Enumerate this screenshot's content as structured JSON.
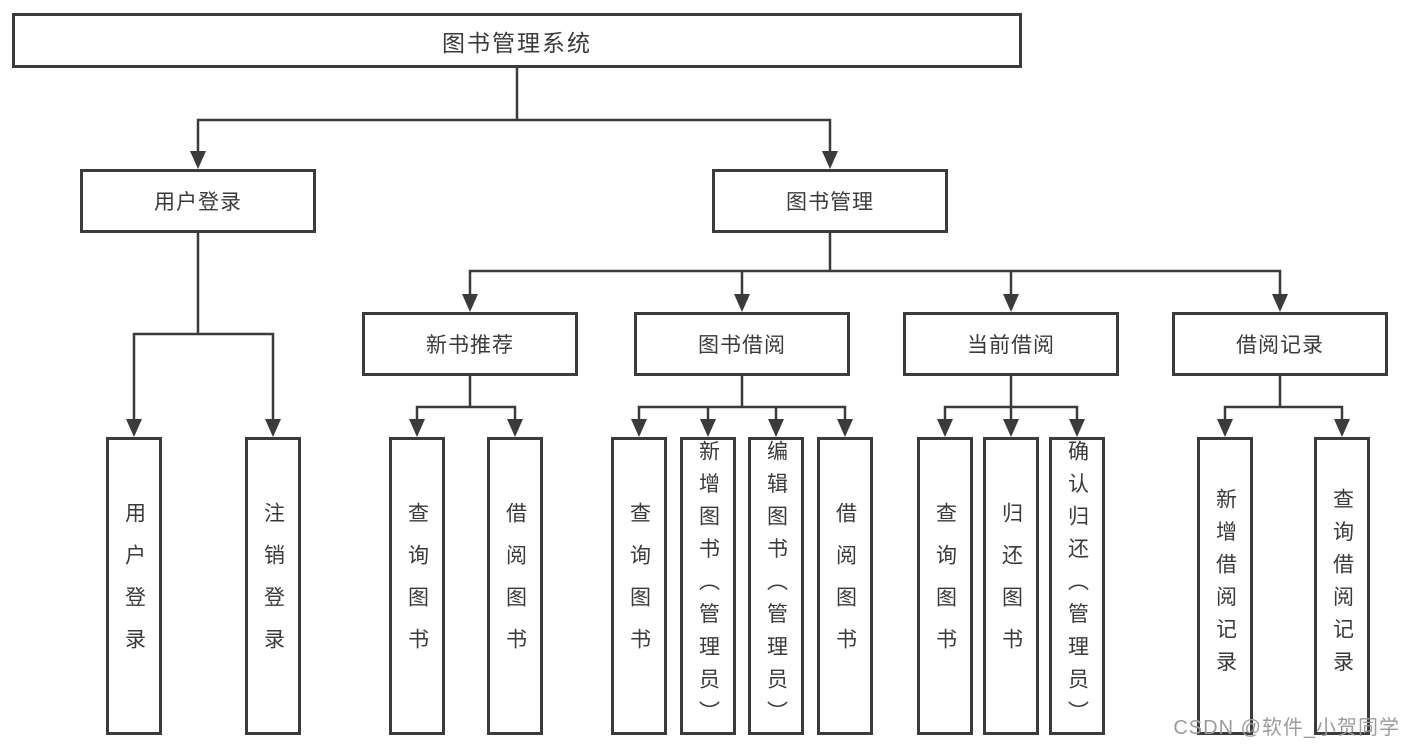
{
  "title": "图书管理系统",
  "diagram": {
    "root": {
      "label": "图书管理系统"
    },
    "branches": [
      {
        "label": "用户登录",
        "children": [
          {
            "label": "用户登录"
          },
          {
            "label": "注销登录"
          }
        ]
      },
      {
        "label": "图书管理",
        "sections": [
          {
            "label": "新书推荐",
            "children": [
              {
                "label": "查询图书"
              },
              {
                "label": "借阅图书"
              }
            ]
          },
          {
            "label": "图书借阅",
            "children": [
              {
                "label": "查询图书"
              },
              {
                "label": "新增图书（管理员）"
              },
              {
                "label": "编辑图书（管理员）"
              },
              {
                "label": "借阅图书"
              }
            ]
          },
          {
            "label": "当前借阅",
            "children": [
              {
                "label": "查询图书"
              },
              {
                "label": "归还图书"
              },
              {
                "label": "确认归还（管理员）"
              }
            ]
          },
          {
            "label": "借阅记录",
            "children": [
              {
                "label": "新增借阅记录"
              },
              {
                "label": "查询借阅记录"
              }
            ]
          }
        ]
      }
    ]
  },
  "watermark": {
    "text": "CSDN @软件_小贺同学"
  },
  "colors": {
    "line": "#3b3b3b",
    "text": "#3a3a3a",
    "watermark": "#9c9c9c",
    "background": "#ffffff"
  }
}
